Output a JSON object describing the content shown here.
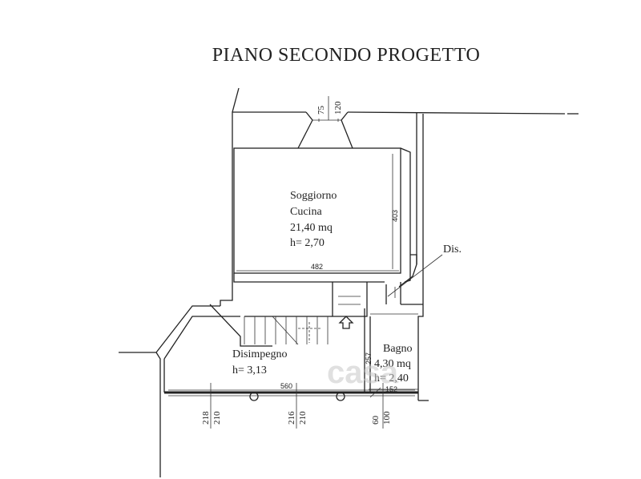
{
  "title": "PIANO SECONDO PROGETTO",
  "rooms": {
    "living": {
      "name1": "Soggiorno",
      "name2": "Cucina",
      "area": "21,40 mq",
      "height": "h= 2,70"
    },
    "hall": {
      "name": "Disimpegno",
      "height": "h= 3,13"
    },
    "bath": {
      "name": "Bagno",
      "area": "4,30 mq",
      "height": "h= 2,40"
    }
  },
  "labels": {
    "dis": "Dis."
  },
  "dimensions": {
    "chimney_a": "75",
    "chimney_b": "120",
    "living_height": "403",
    "living_width": "482",
    "hall_width": "560",
    "bath_height": "257",
    "bath_width": "152",
    "window1_a": "218",
    "window1_b": "210",
    "window2_a": "216",
    "window2_b": "210",
    "window3_a": "60",
    "window3_b": "100"
  },
  "watermark": "casa"
}
